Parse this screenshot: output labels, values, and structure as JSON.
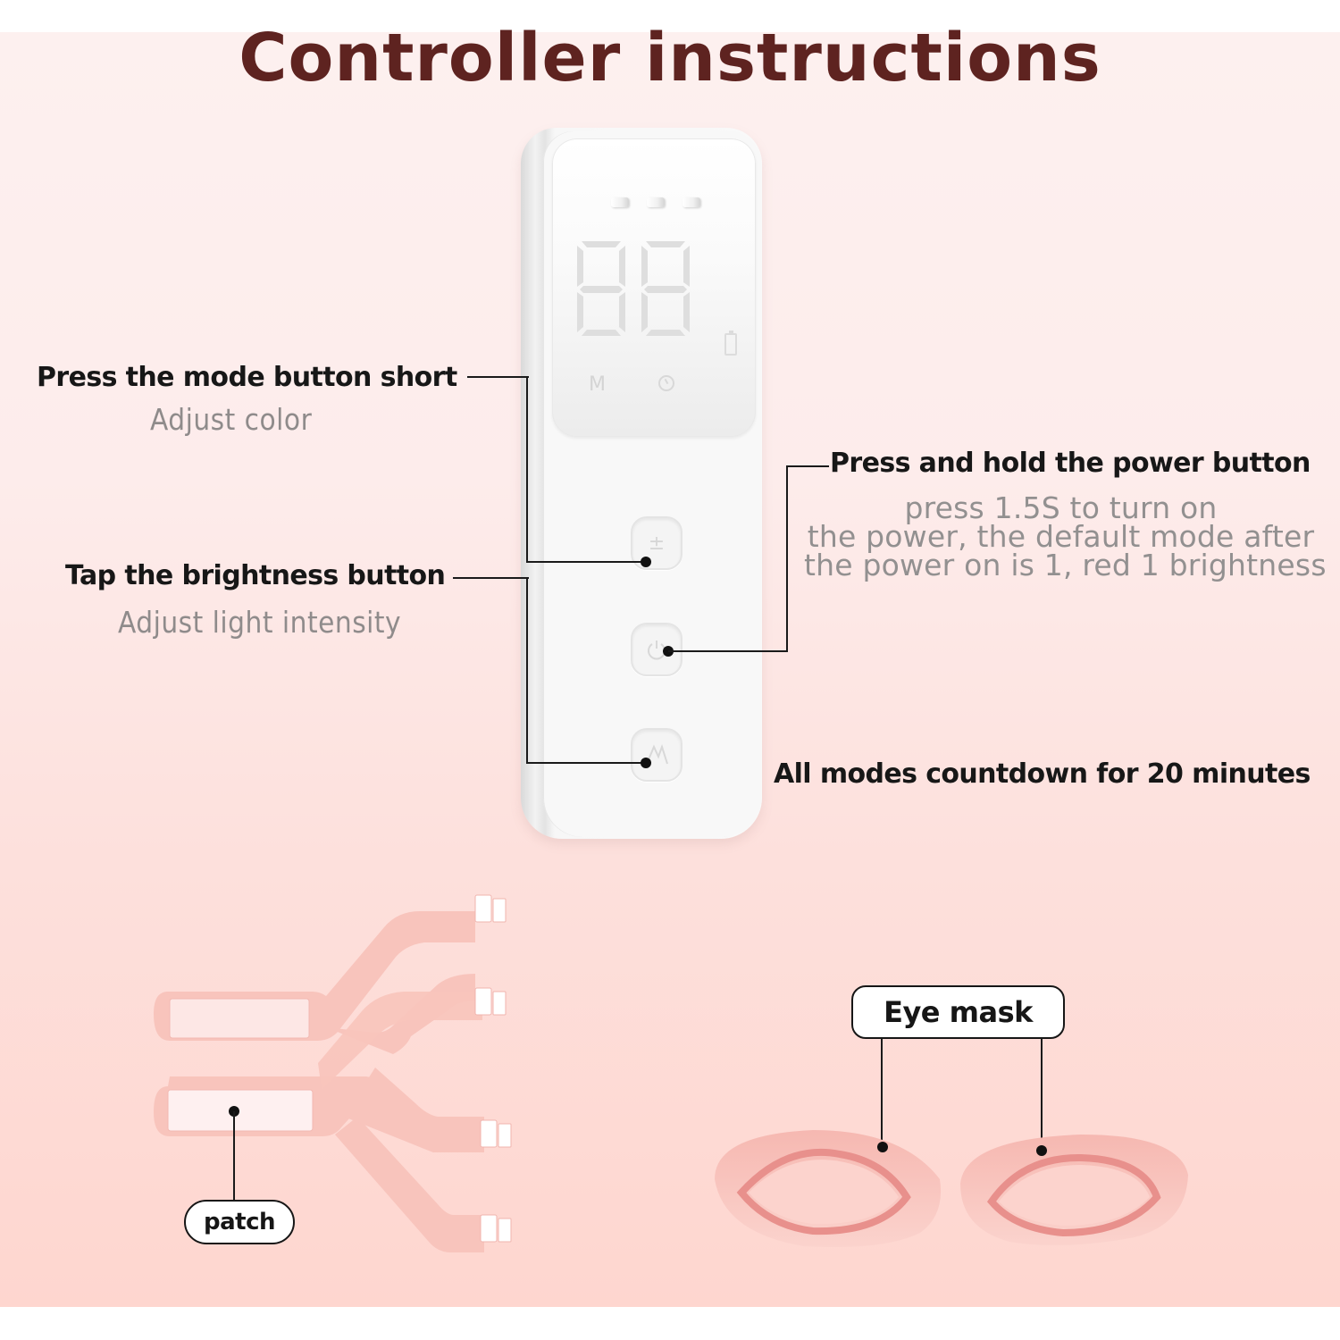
{
  "title": "Controller instructions",
  "annotations": {
    "mode_button": {
      "heading": "Press the mode button short",
      "description": "Adjust color"
    },
    "brightness_button": {
      "heading": "Tap the brightness button",
      "description": "Adjust light intensity"
    },
    "power_button": {
      "heading": "Press and hold the power button",
      "description_lines": [
        "press 1.5S to turn on",
        "the power, the default mode after",
        "the power on is 1, red 1 brightness"
      ]
    },
    "countdown": {
      "heading": "All modes countdown for 20 minutes"
    }
  },
  "controller": {
    "display_digits": "88",
    "screen_icons": {
      "mode_letter": "M",
      "timer": "clock-icon",
      "battery": "battery-icon"
    },
    "indicator_leds": 3,
    "buttons": [
      {
        "name": "brightness",
        "glyph": "+/-",
        "icon": "plus-minus-icon"
      },
      {
        "name": "power",
        "glyph": "⏻",
        "icon": "power-icon"
      },
      {
        "name": "mode",
        "glyph": "M",
        "icon": "mode-icon"
      }
    ]
  },
  "parts": {
    "patch_label": "patch",
    "eye_mask_label": "Eye mask"
  },
  "colors": {
    "title": "#5e2320",
    "heading": "#171717",
    "description": "#8f8b8b",
    "background_top": "#fdf0ef",
    "background_bottom": "#fed6cf",
    "strap_pink": "#f8c4bc",
    "mask_pink": "#f5b3ad",
    "mask_rim": "#e88e8c"
  }
}
